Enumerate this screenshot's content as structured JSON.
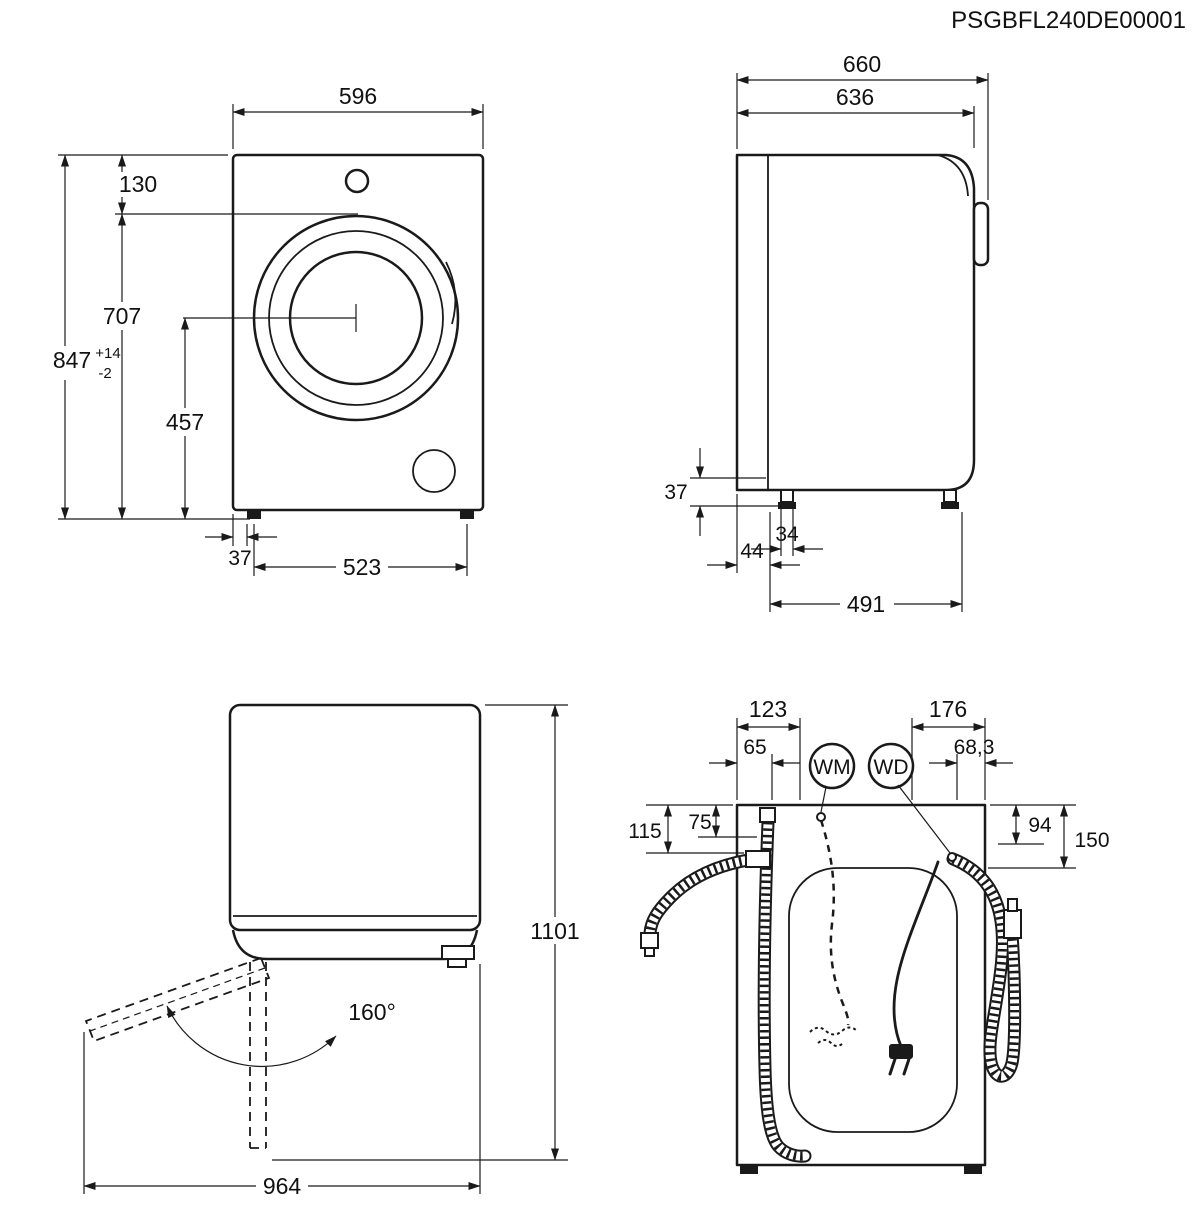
{
  "header": {
    "drawing_code": "PSGBFL240DE00001"
  },
  "front_view": {
    "width": "596",
    "top_to_door": "130",
    "door_center_upper": "707",
    "height": "847",
    "height_tol_plus": "+14",
    "height_tol_minus": "-2",
    "door_center_to_floor": "457",
    "foot_inset": "37",
    "foot_spacing": "523"
  },
  "side_view": {
    "depth_total": "660",
    "depth_body": "636",
    "rear_clearance": "37",
    "foot_width": "34",
    "rear_foot_offset": "44",
    "foot_spacing_depth": "491"
  },
  "door_open_view": {
    "total_height": "1101",
    "door_angle": "160°",
    "total_depth_door_open": "964"
  },
  "rear_view": {
    "dim_123": "123",
    "dim_176": "176",
    "dim_65": "65",
    "dim_68_3": "68,3",
    "dim_115": "115",
    "dim_75": "75",
    "dim_94": "94",
    "dim_150": "150",
    "label_wm": "WM",
    "label_wd": "WD"
  }
}
